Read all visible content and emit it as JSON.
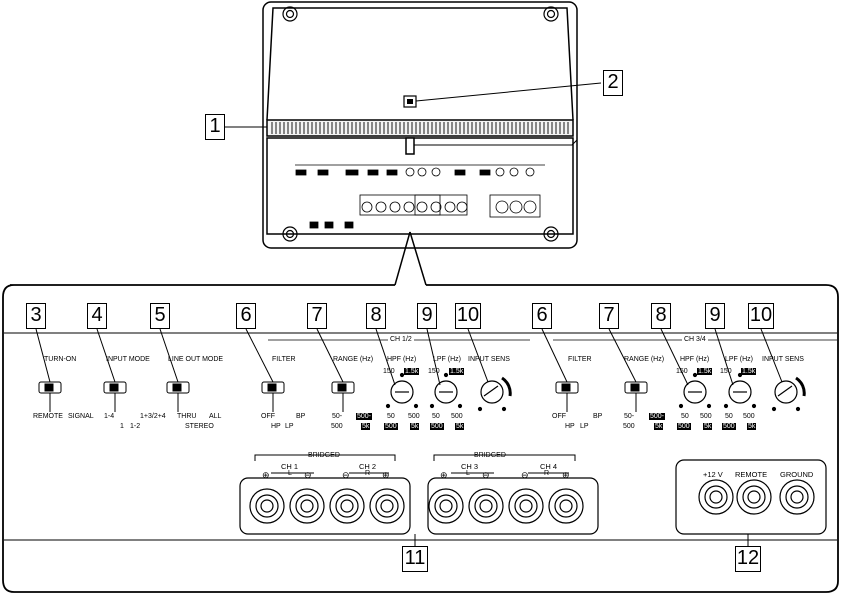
{
  "callouts": {
    "c1": "1",
    "c2": "2",
    "c3": "3",
    "c4": "4",
    "c5": "5",
    "c6a": "6",
    "c7a": "7",
    "c8a": "8",
    "c9a": "9",
    "c10a": "10",
    "c6b": "6",
    "c7b": "7",
    "c8b": "8",
    "c9b": "9",
    "c10b": "10",
    "c11": "11",
    "c12": "12"
  },
  "panel": {
    "turn_on": {
      "title": "TURN-ON",
      "opt1": "REMOTE",
      "opt2": "SIGNAL"
    },
    "input_mode": {
      "title": "INPUT MODE",
      "opt1": "1-4",
      "opt2": "1",
      "opt3": "1-2",
      "opt4": "1+3/2+4"
    },
    "line_out": {
      "title": "LINE OUT MODE",
      "opt1": "THRU",
      "opt2": "STEREO",
      "opt3": "ALL"
    },
    "ch12": {
      "header": "CH 1/2",
      "filter": {
        "title": "FILTER",
        "off": "OFF",
        "hp": "HP",
        "lp": "LP",
        "bp": "BP"
      },
      "range": {
        "title": "RANGE (Hz)",
        "r1a": "50-",
        "r1b": "500",
        "r2a": "500-",
        "r2b": "5k"
      },
      "hpf": {
        "title": "HPF (Hz)",
        "v150": "150",
        "v15k": "1.5k",
        "v50": "50",
        "v500": "500",
        "v500b": "500",
        "v5k": "5k"
      },
      "lpf": {
        "title": "LPF (Hz)",
        "v150": "150",
        "v15k": "1.5k",
        "v50": "50",
        "v500": "500",
        "v500b": "500",
        "v5k": "5k"
      },
      "sens": {
        "title": "INPUT SENS"
      }
    },
    "ch34": {
      "header": "CH 3/4",
      "filter": {
        "title": "FILTER",
        "off": "OFF",
        "hp": "HP",
        "lp": "LP",
        "bp": "BP"
      },
      "range": {
        "title": "RANGE (Hz)",
        "r1a": "50-",
        "r1b": "500",
        "r2a": "500-",
        "r2b": "5k"
      },
      "hpf": {
        "title": "HPF (Hz)",
        "v150": "150",
        "v15k": "1.5k",
        "v50": "50",
        "v500": "500",
        "v500b": "500",
        "v5k": "5k"
      },
      "lpf": {
        "title": "LPF (Hz)",
        "v150": "150",
        "v15k": "1.5k",
        "v50": "50",
        "v500": "500",
        "v500b": "500",
        "v5k": "5k"
      },
      "sens": {
        "title": "INPUT SENS"
      }
    },
    "speakers_a": {
      "bridged": "BRIDGED",
      "ch_a": "CH 1",
      "ch_b": "CH 2",
      "left": "L",
      "right": "R"
    },
    "speakers_b": {
      "bridged": "BRIDGED",
      "ch_a": "CH 3",
      "ch_b": "CH 4",
      "left": "L",
      "right": "R"
    },
    "power": {
      "p12v": "+12 V",
      "remote": "REMOTE",
      "ground": "GROUND"
    }
  }
}
